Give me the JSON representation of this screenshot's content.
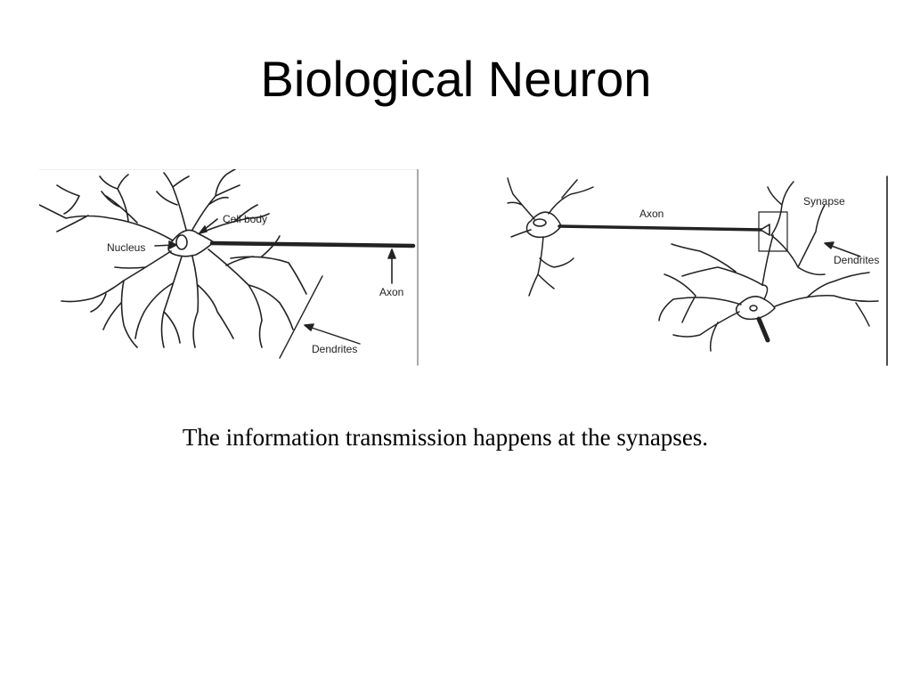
{
  "slide": {
    "title": "Biological Neuron",
    "caption": "The information transmission happens at the synapses."
  },
  "left_figure": {
    "labels": {
      "nucleus": "Nucleus",
      "cell_body": "Cell body",
      "axon": "Axon",
      "dendrites": "Dendrites"
    }
  },
  "right_figure": {
    "labels": {
      "axon": "Axon",
      "synapse": "Synapse",
      "dendrites": "Dendrites"
    }
  },
  "colors": {
    "background": "#ffffff",
    "ink": "#222222"
  }
}
